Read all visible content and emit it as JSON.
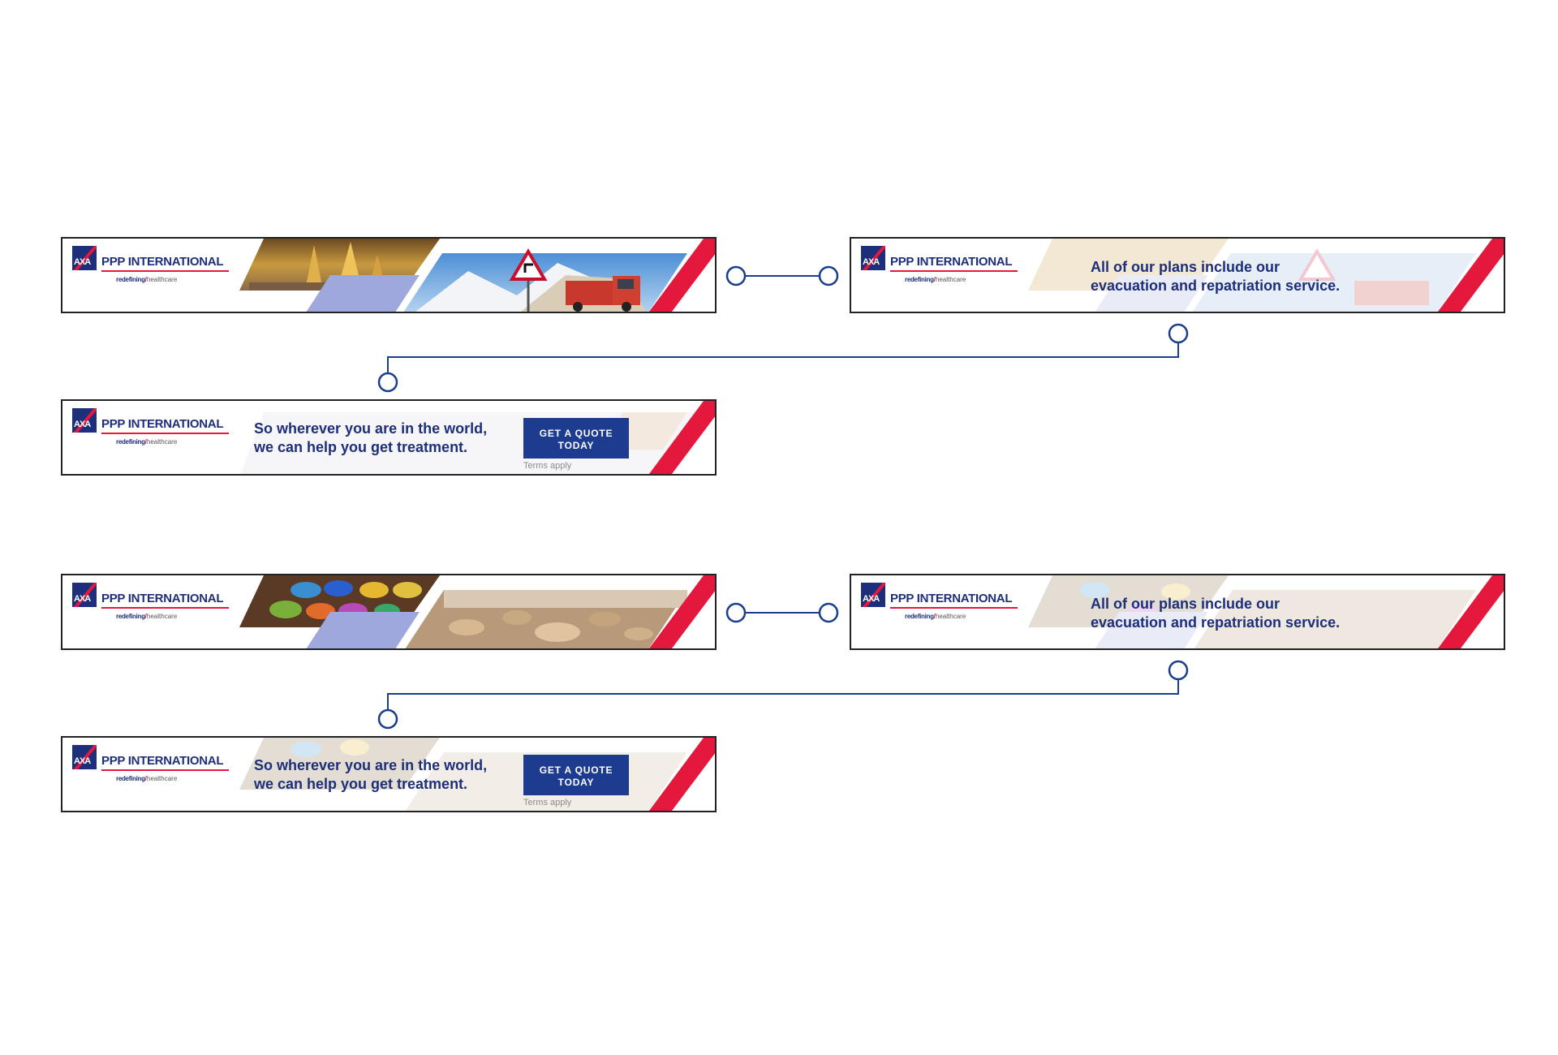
{
  "brand": {
    "logo_mark": "AXA",
    "name": "PPP INTERNATIONAL",
    "tagline_strong": "redefining",
    "tagline_separator": "/",
    "tagline_light": "healthcare"
  },
  "messages": {
    "evacuation_line1": "All of our plans include our",
    "evacuation_line2": "evacuation and repatriation service.",
    "treatment_line1": "So wherever you are in the world,",
    "treatment_line2": "we can help you get treatment.",
    "cta_line1": "GET A QUOTE",
    "cta_line2": "TODAY",
    "terms": "Terms apply"
  },
  "sequences": [
    {
      "id": "sequence-1",
      "theme": "mountain road and pagoda",
      "frames": [
        {
          "id": "seq1-frame1",
          "kind": "image"
        },
        {
          "id": "seq1-frame2",
          "kind": "evacuation"
        },
        {
          "id": "seq1-frame3",
          "kind": "treatment"
        }
      ]
    },
    {
      "id": "sequence-2",
      "theme": "spice market and camels",
      "frames": [
        {
          "id": "seq2-frame1",
          "kind": "image"
        },
        {
          "id": "seq2-frame2",
          "kind": "evacuation"
        },
        {
          "id": "seq2-frame3",
          "kind": "treatment"
        }
      ]
    }
  ],
  "icons": {
    "logo": "axa-logo-icon",
    "connector_node": "circle-node-icon",
    "warning_sign": "road-turn-sign-icon"
  },
  "colors": {
    "brand_navy": "#1d2f7a",
    "brand_red": "#e3183c",
    "cta_blue": "#1d3b8f",
    "panel_lavender": "#9fa8dc",
    "connector_blue": "#1a3e8c",
    "border": "#222222"
  }
}
